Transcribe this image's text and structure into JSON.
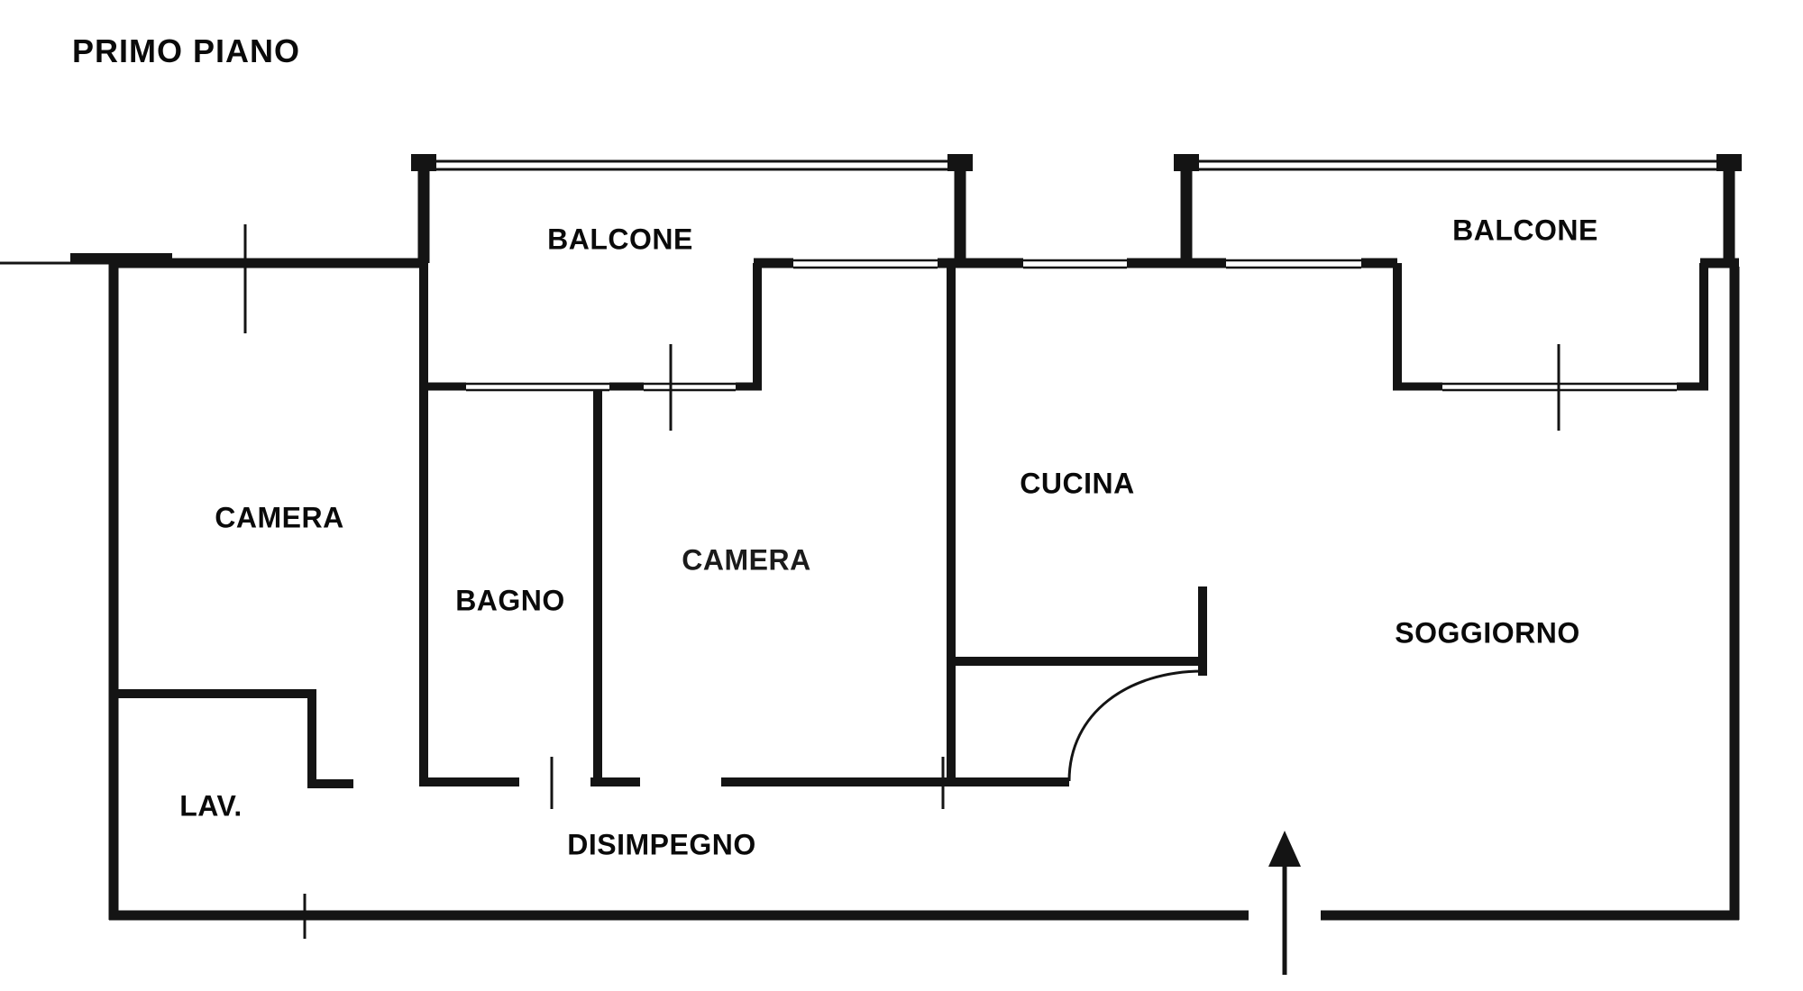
{
  "title": "PRIMO PIANO",
  "plan": {
    "balconies": [
      {
        "name": "BALCONE"
      },
      {
        "name": "BALCONE"
      }
    ],
    "rooms": [
      {
        "name": "CAMERA"
      },
      {
        "name": "BAGNO"
      },
      {
        "name": "CAMERA"
      },
      {
        "name": "CUCINA"
      },
      {
        "name": "SOGGIORNO"
      },
      {
        "name": "LAV."
      },
      {
        "name": "DISIMPEGNO"
      }
    ],
    "icons": {
      "entrance_arrow": "arrow-up"
    },
    "colors": {
      "wall": "#141414",
      "background": "#ffffff",
      "text": "#0a0a0a"
    }
  }
}
